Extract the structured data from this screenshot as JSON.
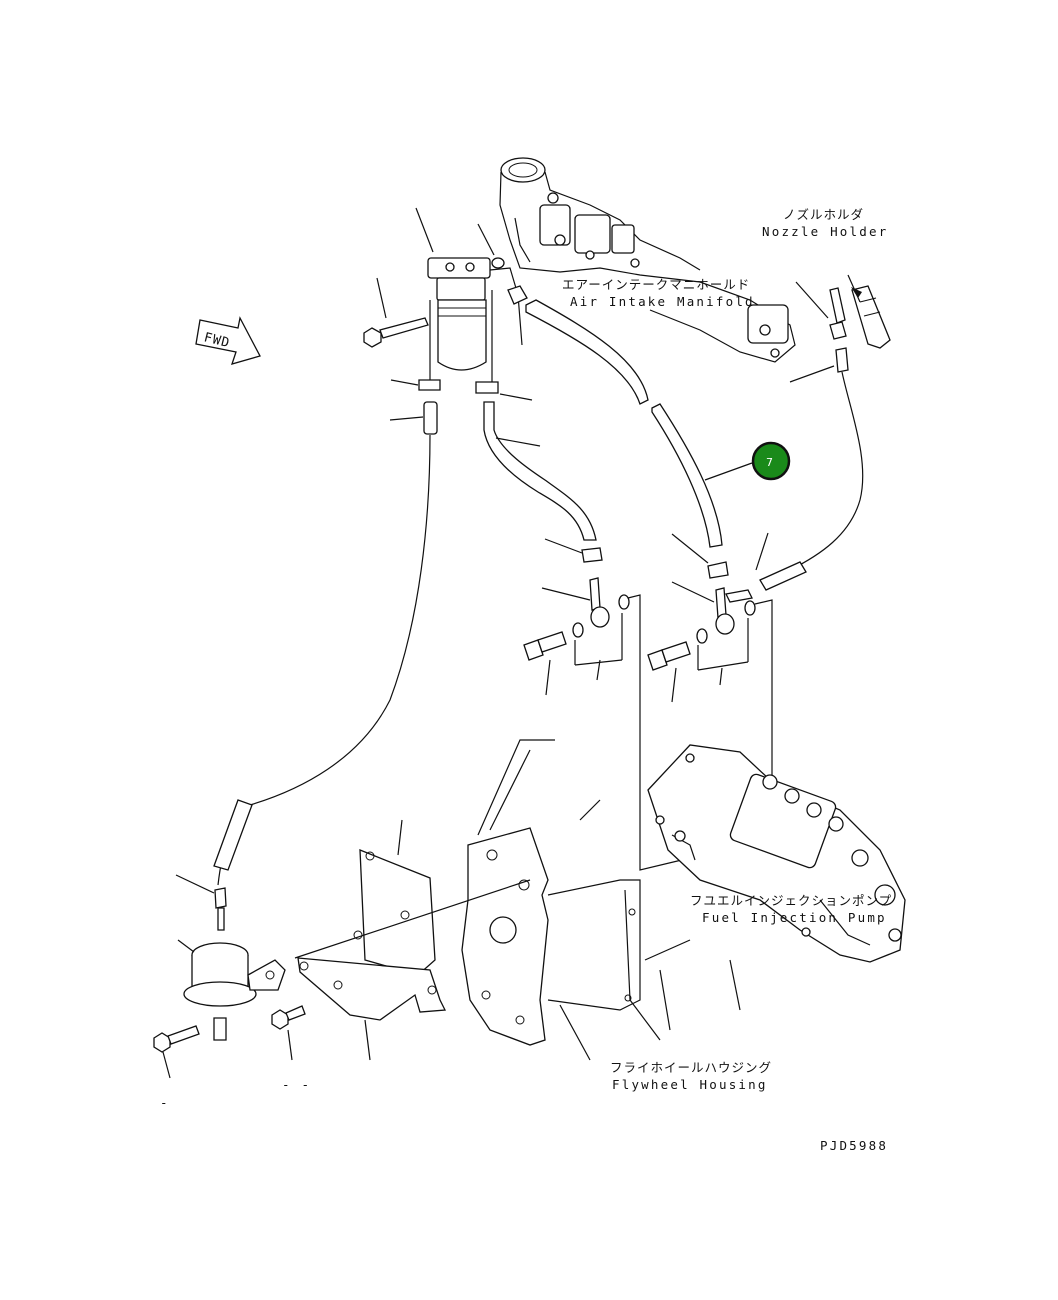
{
  "labels": {
    "nozzle_holder_jp": "ノズルホルダ",
    "nozzle_holder_en": "Nozzle Holder",
    "air_intake_jp": "エアーインテークマニホールド",
    "air_intake_en": "Air Intake Manifold",
    "fuel_pump_jp": "フユエルインジェクションポンプ",
    "fuel_pump_en": "Fuel Injection Pump",
    "flywheel_jp": "フライホイールハウジング",
    "flywheel_en": "Flywheel Housing",
    "fwd": "FWD",
    "drawing_no": "PJD5988",
    "qty_marks": "- -",
    "small_mark": "-"
  },
  "callouts": [
    {
      "number": "7",
      "color": "#1a8a1a"
    }
  ]
}
